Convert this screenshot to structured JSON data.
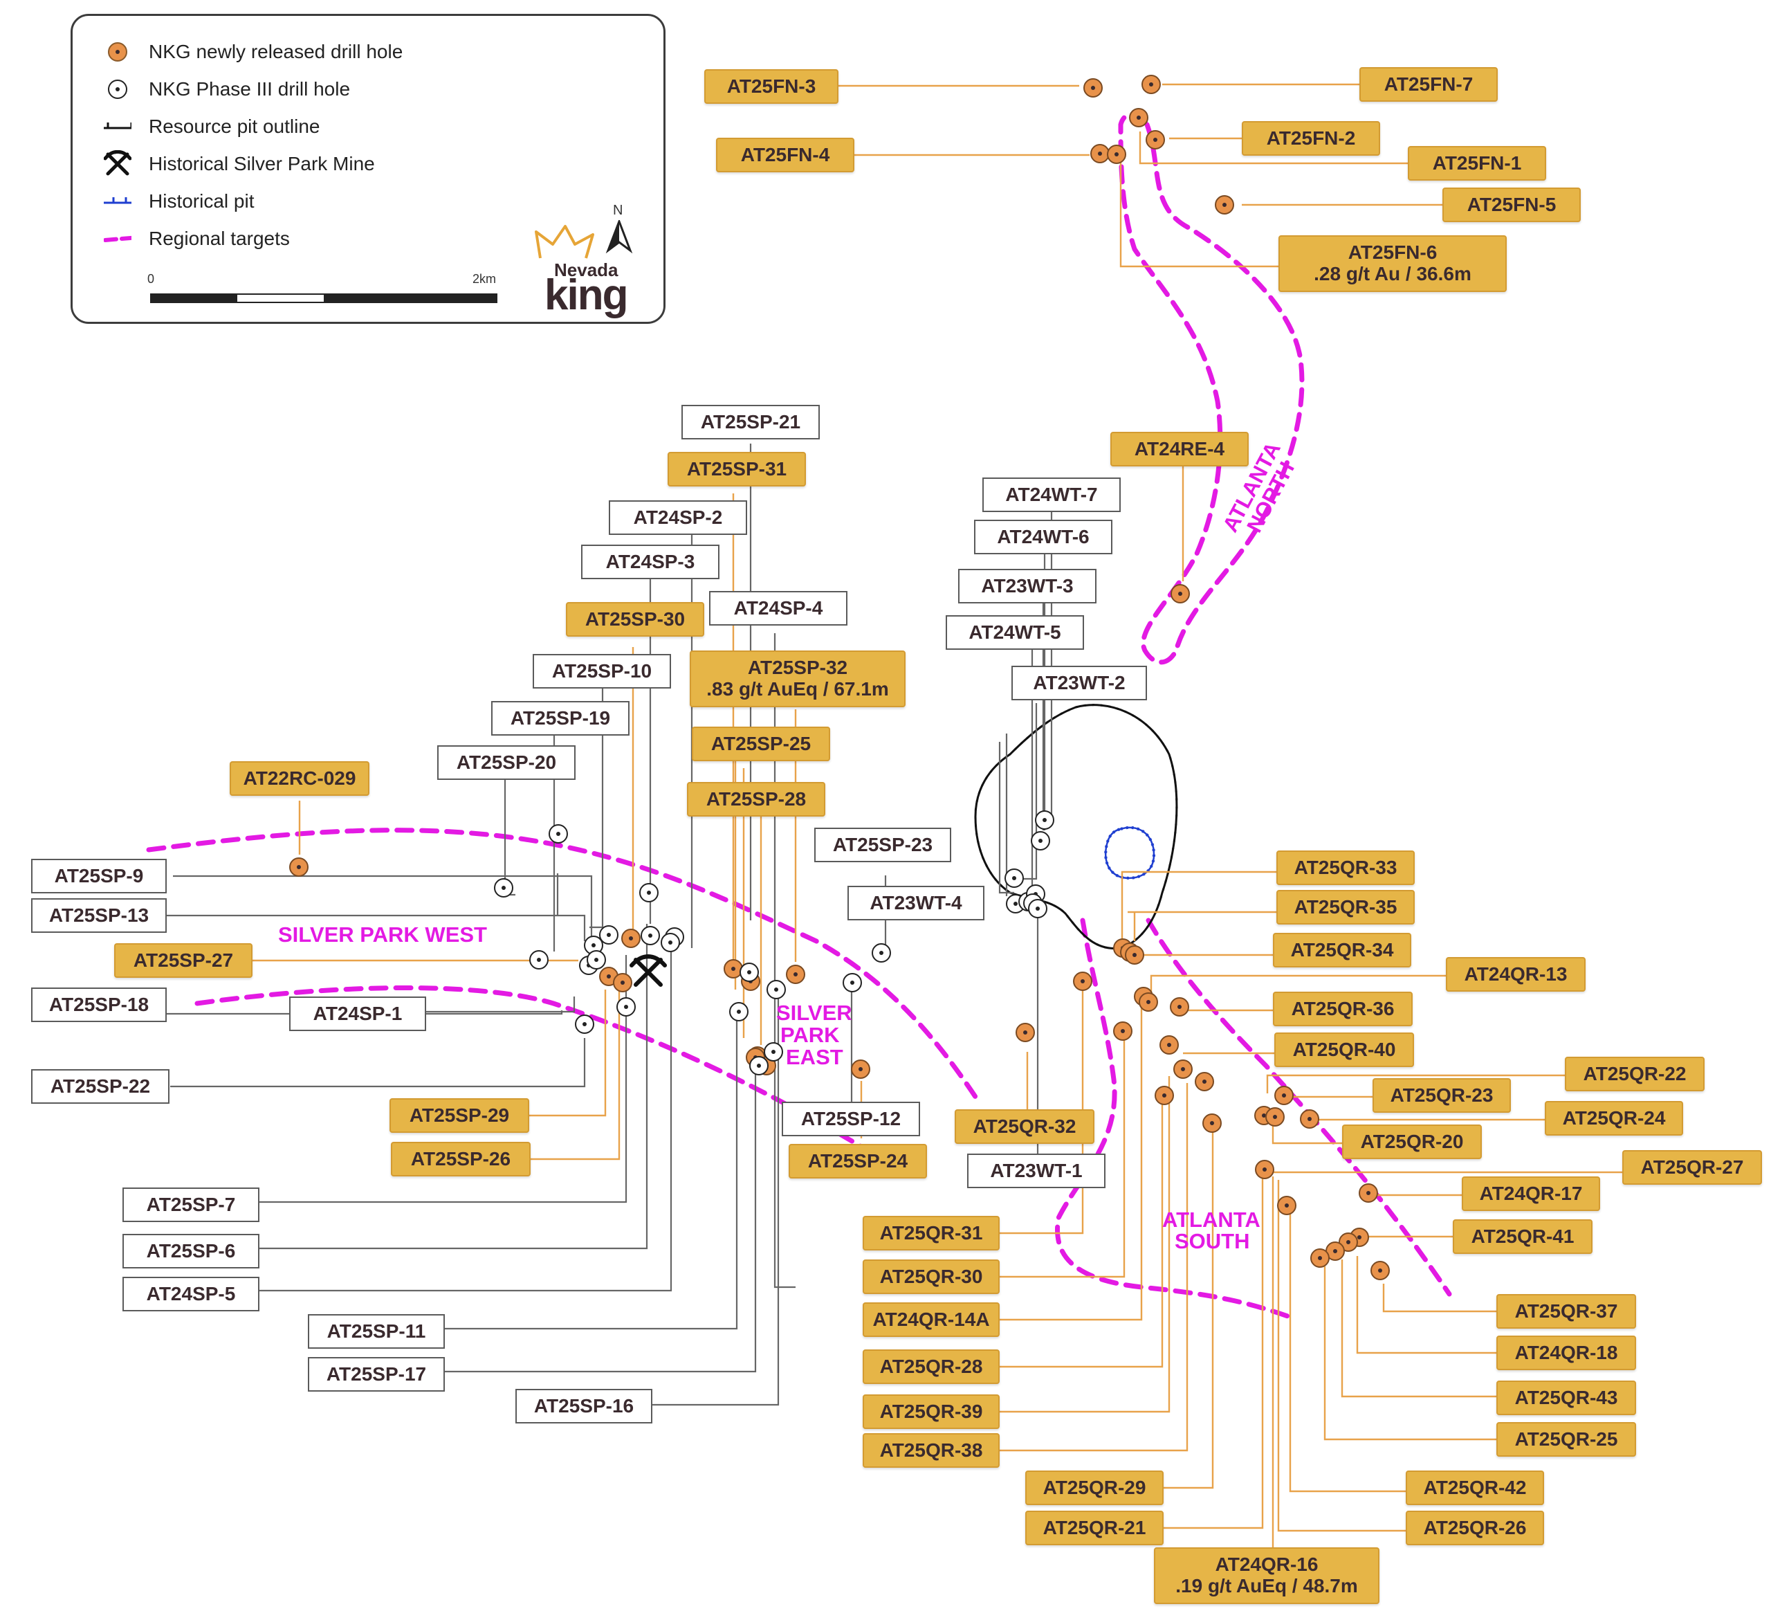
{
  "legend": {
    "items": [
      {
        "label": "NKG newly released drill hole",
        "icon": "orange-drill-hole-icon"
      },
      {
        "label": "NKG Phase III drill hole",
        "icon": "white-drill-hole-icon"
      },
      {
        "label": "Resource pit outline",
        "icon": "pit-outline-icon"
      },
      {
        "label": "Historical Silver Park Mine",
        "icon": "mine-pickaxes-icon"
      },
      {
        "label": "Historical pit",
        "icon": "historical-pit-icon"
      },
      {
        "label": "Regional targets",
        "icon": "regional-target-dash-icon"
      }
    ],
    "scale_start": "0",
    "scale_end": "2km",
    "north": "N",
    "brand_line1": "Nevada",
    "brand_line2": "king"
  },
  "regions": {
    "silver_park_west": "SILVER PARK WEST",
    "silver_park_east_1": "SILVER",
    "silver_park_east_2": "PARK",
    "silver_park_east_3": "EAST",
    "atlanta_south_1": "ATLANTA",
    "atlanta_south_2": "SOUTH",
    "atlanta_north_1": "ATLANTA",
    "atlanta_north_2": "NORTH"
  },
  "labels": {
    "AT25FN_3": {
      "text": "AT25FN-3",
      "type": "new"
    },
    "AT25FN_7": {
      "text": "AT25FN-7",
      "type": "new"
    },
    "AT25FN_2": {
      "text": "AT25FN-2",
      "type": "new"
    },
    "AT25FN_4": {
      "text": "AT25FN-4",
      "type": "new"
    },
    "AT25FN_1": {
      "text": "AT25FN-1",
      "type": "new"
    },
    "AT25FN_5": {
      "text": "AT25FN-5",
      "type": "new"
    },
    "AT25FN_6": {
      "text": "AT25FN-6",
      "sub": ".28 g/t Au / 36.6m",
      "type": "new"
    },
    "AT25SP_21": {
      "text": "AT25SP-21",
      "type": "old"
    },
    "AT25SP_31": {
      "text": "AT25SP-31",
      "type": "new"
    },
    "AT24SP_2": {
      "text": "AT24SP-2",
      "type": "old"
    },
    "AT24SP_3": {
      "text": "AT24SP-3",
      "type": "old"
    },
    "AT24SP_4": {
      "text": "AT24SP-4",
      "type": "old"
    },
    "AT25SP_30": {
      "text": "AT25SP-30",
      "type": "new"
    },
    "AT25SP_32": {
      "text": "AT25SP-32",
      "sub": ".83 g/t AuEq / 67.1m",
      "type": "new"
    },
    "AT25SP_10": {
      "text": "AT25SP-10",
      "type": "old"
    },
    "AT25SP_19": {
      "text": "AT25SP-19",
      "type": "old"
    },
    "AT25SP_25": {
      "text": "AT25SP-25",
      "type": "new"
    },
    "AT25SP_20": {
      "text": "AT25SP-20",
      "type": "old"
    },
    "AT25SP_28": {
      "text": "AT25SP-28",
      "type": "new"
    },
    "AT22RC_029": {
      "text": "AT22RC-029",
      "type": "new"
    },
    "AT25SP_23": {
      "text": "AT25SP-23",
      "type": "old"
    },
    "AT23WT_4": {
      "text": "AT23WT-4",
      "type": "old"
    },
    "AT25SP_9": {
      "text": "AT25SP-9",
      "type": "old"
    },
    "AT25SP_13": {
      "text": "AT25SP-13",
      "type": "old"
    },
    "AT25SP_27": {
      "text": "AT25SP-27",
      "type": "new"
    },
    "AT25SP_18": {
      "text": "AT25SP-18",
      "type": "old"
    },
    "AT24SP_1": {
      "text": "AT24SP-1",
      "type": "old"
    },
    "AT25SP_22": {
      "text": "AT25SP-22",
      "type": "old"
    },
    "AT25SP_29": {
      "text": "AT25SP-29",
      "type": "new"
    },
    "AT25SP_26": {
      "text": "AT25SP-26",
      "type": "new"
    },
    "AT25SP_12": {
      "text": "AT25SP-12",
      "type": "old"
    },
    "AT25SP_24": {
      "text": "AT25SP-24",
      "type": "new"
    },
    "AT25SP_7": {
      "text": "AT25SP-7",
      "type": "old"
    },
    "AT25SP_6": {
      "text": "AT25SP-6",
      "type": "old"
    },
    "AT24SP_5": {
      "text": "AT24SP-5",
      "type": "old"
    },
    "AT25SP_11": {
      "text": "AT25SP-11",
      "type": "old"
    },
    "AT25SP_17": {
      "text": "AT25SP-17",
      "type": "old"
    },
    "AT25SP_16": {
      "text": "AT25SP-16",
      "type": "old"
    },
    "AT24RE_4": {
      "text": "AT24RE-4",
      "type": "new"
    },
    "AT24WT_7": {
      "text": "AT24WT-7",
      "type": "old"
    },
    "AT24WT_6": {
      "text": "AT24WT-6",
      "type": "old"
    },
    "AT23WT_3": {
      "text": "AT23WT-3",
      "type": "old"
    },
    "AT24WT_5": {
      "text": "AT24WT-5",
      "type": "old"
    },
    "AT23WT_2": {
      "text": "AT23WT-2",
      "type": "old"
    },
    "AT25QR_32": {
      "text": "AT25QR-32",
      "type": "new"
    },
    "AT23WT_1": {
      "text": "AT23WT-1",
      "type": "old"
    },
    "AT25QR_33": {
      "text": "AT25QR-33",
      "type": "new"
    },
    "AT25QR_35": {
      "text": "AT25QR-35",
      "type": "new"
    },
    "AT25QR_34": {
      "text": "AT25QR-34",
      "type": "new"
    },
    "AT24QR_13": {
      "text": "AT24QR-13",
      "type": "new"
    },
    "AT25QR_36": {
      "text": "AT25QR-36",
      "type": "new"
    },
    "AT25QR_40": {
      "text": "AT25QR-40",
      "type": "new"
    },
    "AT25QR_22": {
      "text": "AT25QR-22",
      "type": "new"
    },
    "AT25QR_23": {
      "text": "AT25QR-23",
      "type": "new"
    },
    "AT25QR_24": {
      "text": "AT25QR-24",
      "type": "new"
    },
    "AT25QR_20": {
      "text": "AT25QR-20",
      "type": "new"
    },
    "AT25QR_27": {
      "text": "AT25QR-27",
      "type": "new"
    },
    "AT24QR_17": {
      "text": "AT24QR-17",
      "type": "new"
    },
    "AT25QR_41": {
      "text": "AT25QR-41",
      "type": "new"
    },
    "AT25QR_31": {
      "text": "AT25QR-31",
      "type": "new"
    },
    "AT25QR_30": {
      "text": "AT25QR-30",
      "type": "new"
    },
    "AT24QR_14A": {
      "text": "AT24QR-14A",
      "type": "new"
    },
    "AT25QR_28": {
      "text": "AT25QR-28",
      "type": "new"
    },
    "AT25QR_39": {
      "text": "AT25QR-39",
      "type": "new"
    },
    "AT25QR_38": {
      "text": "AT25QR-38",
      "type": "new"
    },
    "AT25QR_29": {
      "text": "AT25QR-29",
      "type": "new"
    },
    "AT25QR_21": {
      "text": "AT25QR-21",
      "type": "new"
    },
    "AT24QR_16": {
      "text": "AT24QR-16",
      "sub": ".19 g/t AuEq / 48.7m",
      "type": "new"
    },
    "AT25QR_37": {
      "text": "AT25QR-37",
      "type": "new"
    },
    "AT24QR_18": {
      "text": "AT24QR-18",
      "type": "new"
    },
    "AT25QR_43": {
      "text": "AT25QR-43",
      "type": "new"
    },
    "AT25QR_25": {
      "text": "AT25QR-25",
      "type": "new"
    },
    "AT25QR_42": {
      "text": "AT25QR-42",
      "type": "new"
    },
    "AT25QR_26": {
      "text": "AT25QR-26",
      "type": "new"
    }
  },
  "colors": {
    "new_hole": "#e8924a",
    "label_gold": "#e6b547",
    "leader_orange": "#e8a24a",
    "leader_gray": "#666666",
    "regional_target": "#e31ae3",
    "historical_pit": "#1f3fd0",
    "pit_outline": "#111111"
  }
}
